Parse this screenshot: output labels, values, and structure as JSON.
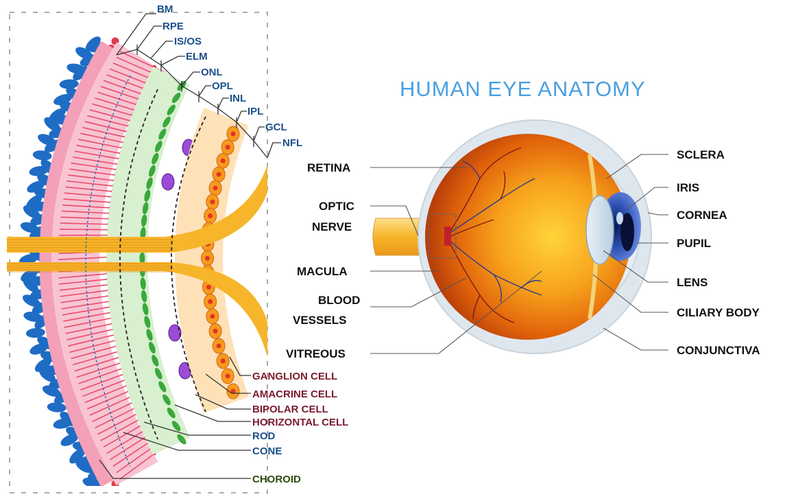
{
  "title": "HUMAN  EYE  ANATOMY",
  "retina_layers": {
    "layers": [
      "BM",
      "RPE",
      "IS/OS",
      "ELM",
      "ONL",
      "OPL",
      "INL",
      "IPL",
      "GCL",
      "NFL"
    ],
    "cells": [
      "GANGLION CELL",
      "AMACRINE CELL",
      "BIPOLAR CELL",
      "HORIZONTAL CELL"
    ],
    "photoreceptors": [
      "ROD",
      "CONE"
    ],
    "choroid": "CHOROID"
  },
  "eye": {
    "left_labels": [
      "RETINA",
      "OPTIC",
      "NERVE",
      "MACULA",
      "BLOOD",
      "VESSELS",
      "VITREOUS"
    ],
    "right_labels": [
      "SCLERA",
      "IRIS",
      "CORNEA",
      "PUPIL",
      "LENS",
      "CILIARY BODY",
      "CONJUNCTIVA"
    ]
  },
  "colors": {
    "layer_label": "#1a4f8a",
    "cell_label": "#7a1a2e",
    "choroid_label": "#2f4a10",
    "title": "#4a9fe0",
    "eyeball": "#e0620a",
    "nerve": "#f5b82e"
  }
}
